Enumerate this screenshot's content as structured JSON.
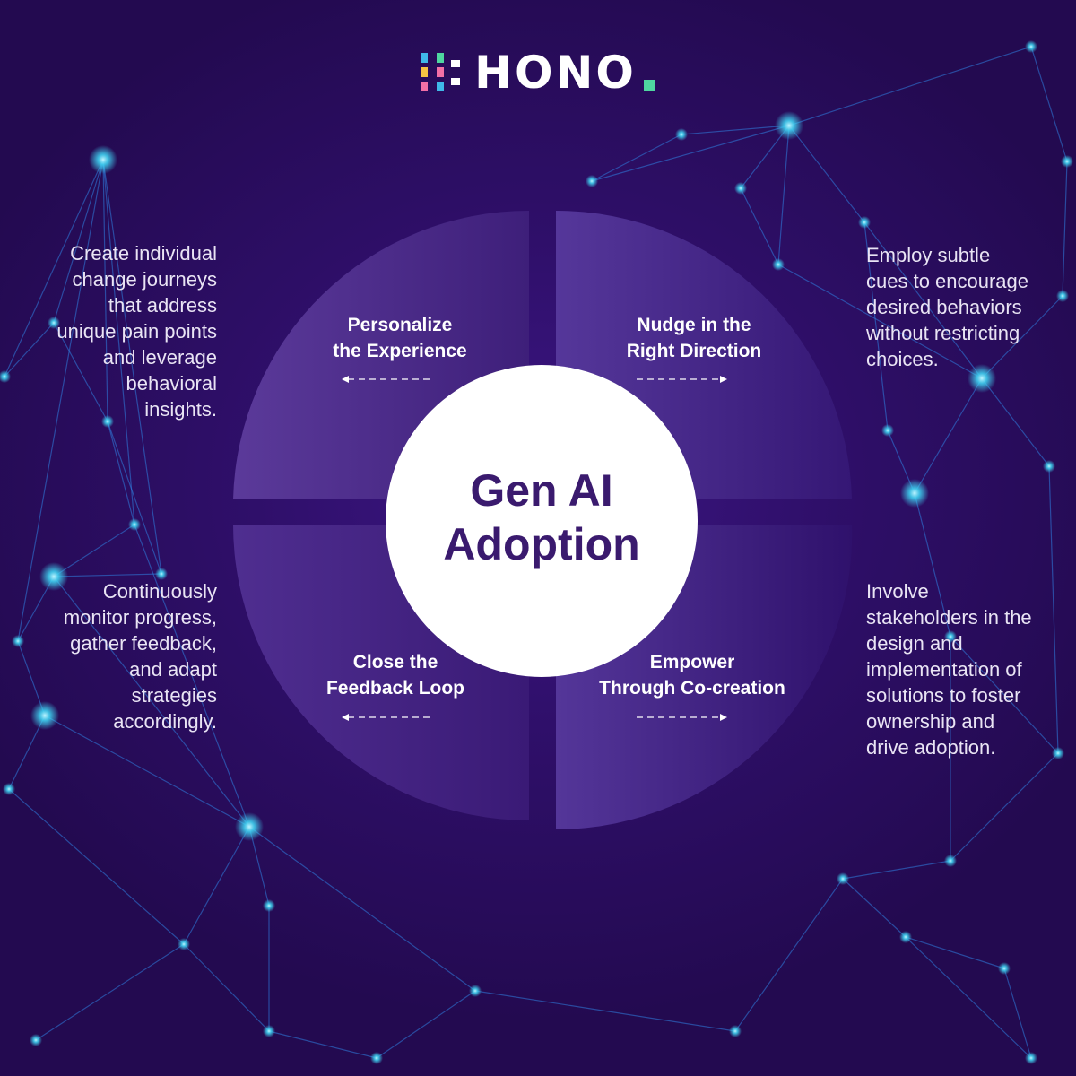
{
  "logo": {
    "text": "HONO"
  },
  "center": {
    "title": "Gen AI\nAdoption"
  },
  "quadrants": [
    {
      "title": "Personalize\nthe Experience"
    },
    {
      "title": "Nudge in the\nRight Direction"
    },
    {
      "title": "Close the\nFeedback Loop"
    },
    {
      "title": "Empower\nThrough Co-creation"
    }
  ],
  "descriptions": {
    "top_left": "Create individual\nchange journeys\nthat address\nunique pain points\nand leverage\nbehavioral\ninsights.",
    "top_right": "Employ subtle\ncues to encourage\ndesired behaviors\nwithout restricting\nchoices.",
    "bottom_left": "Continuously\nmonitor progress,\ngather feedback,\nand adapt\nstrategies\naccordingly.",
    "bottom_right": "Involve\nstakeholders in the\ndesign and\nimplementation of\nsolutions to foster\nownership and\ndrive adoption."
  },
  "colors": {
    "background": "#2c0d5e",
    "quadrant": "#4a2a8a",
    "center_text": "#3a1a6e",
    "node_glow": "#3fd0f0",
    "logo_squares": [
      "#f26fa6",
      "#f6c343",
      "#4fd6a0",
      "#3fb8e8"
    ],
    "logo_dot": "#4fd6a0"
  }
}
